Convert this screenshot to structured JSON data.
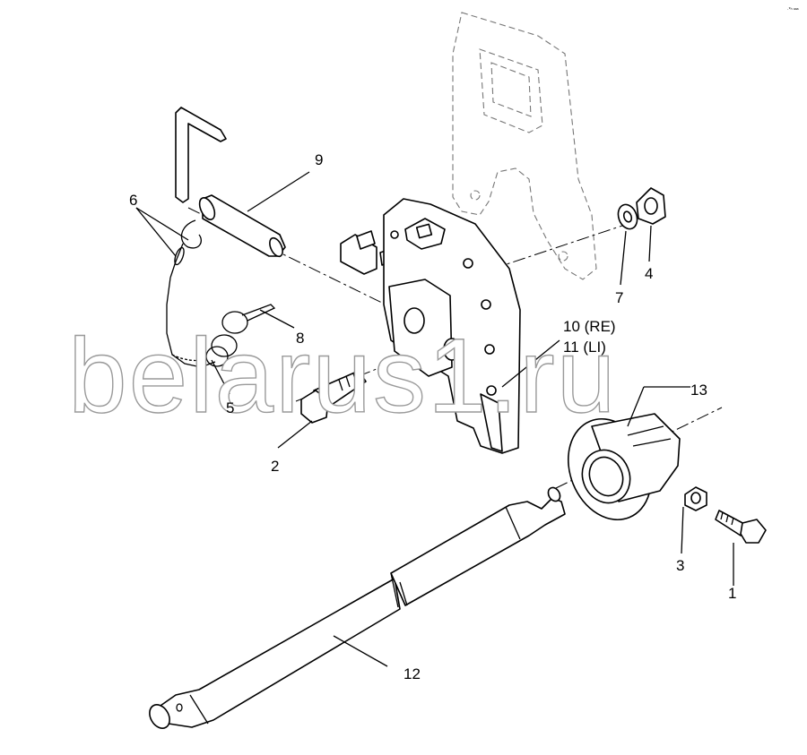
{
  "diagram": {
    "watermark": "belarus1.ru",
    "corner_mark": "·*ʰ ᵃᵃᵃ",
    "callouts": [
      {
        "id": "1",
        "label": "1"
      },
      {
        "id": "2",
        "label": "2"
      },
      {
        "id": "3",
        "label": "3"
      },
      {
        "id": "4",
        "label": "4"
      },
      {
        "id": "5",
        "label": "5"
      },
      {
        "id": "6",
        "label": "6"
      },
      {
        "id": "7",
        "label": "7"
      },
      {
        "id": "8",
        "label": "8"
      },
      {
        "id": "9",
        "label": "9"
      },
      {
        "id": "10",
        "label": "10 (RE)"
      },
      {
        "id": "11",
        "label": "11 (LI)"
      },
      {
        "id": "12",
        "label": "12"
      },
      {
        "id": "13",
        "label": "13"
      }
    ]
  }
}
